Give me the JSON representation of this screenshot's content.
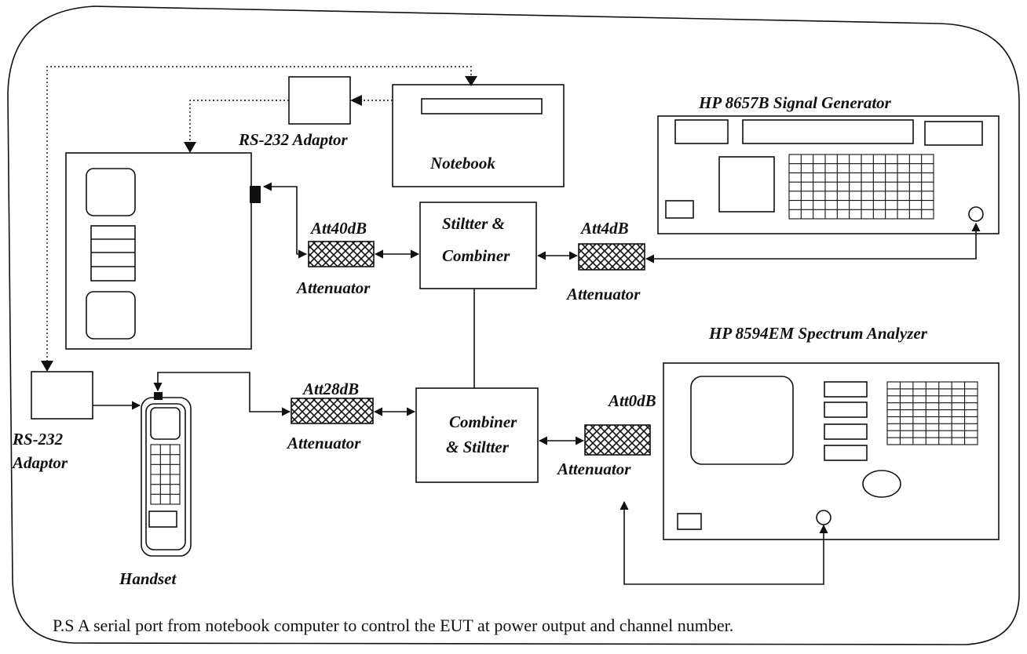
{
  "labels": {
    "signal_generator": "HP 8657B Signal Generator",
    "spectrum_analyzer": "HP 8594EM Spectrum Analyzer",
    "rs232_adaptor_top": "RS-232 Adaptor",
    "notebook": "Notebook",
    "splitter_top_line1": "Stiltter &",
    "splitter_top_line2": "Combiner",
    "combiner_bottom_line1": "Combiner",
    "combiner_bottom_line2": "& Stiltter",
    "att40": "Att40dB",
    "att4": "Att4dB",
    "att28": "Att28dB",
    "att0": "Att0dB",
    "attenuator": "Attenuator",
    "rs232_line1": "RS-232",
    "rs232_line2": "Adaptor",
    "handset": "Handset"
  },
  "note": "P.S A serial port from notebook computer to control the EUT at power output and channel number."
}
